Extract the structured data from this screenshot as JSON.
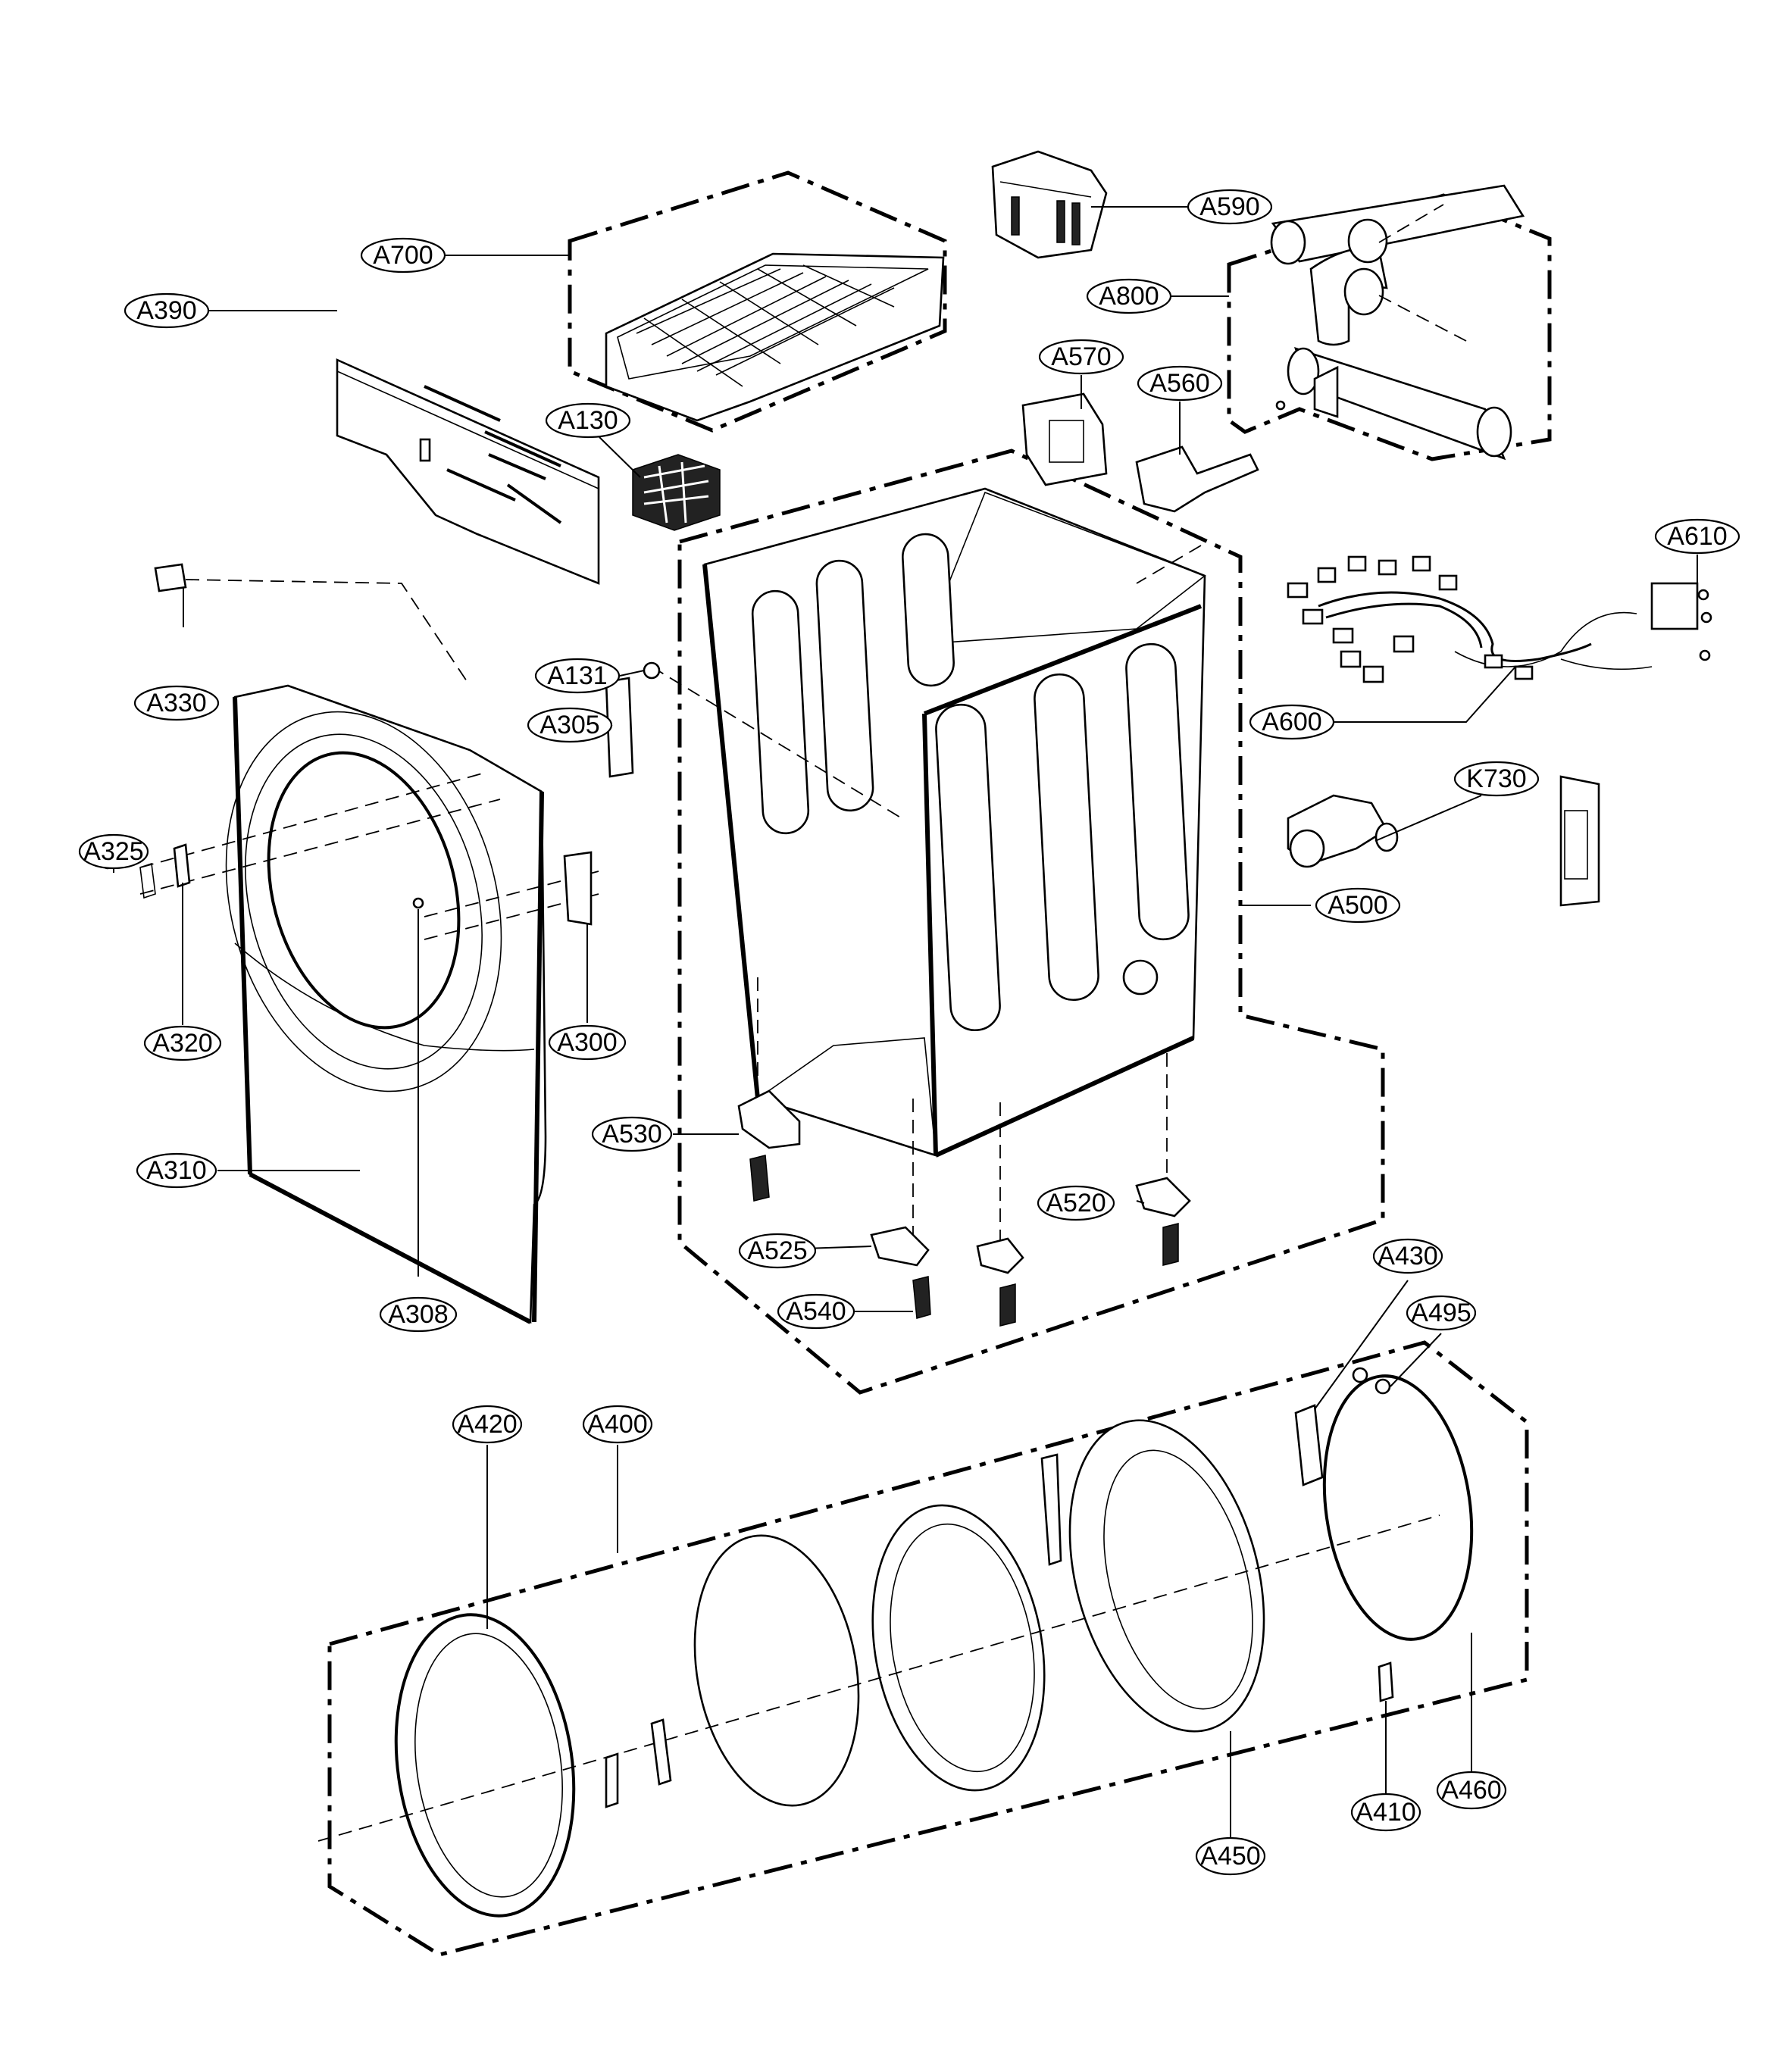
{
  "diagram": {
    "title": "Dryer cabinet and door exploded parts diagram",
    "labels": [
      {
        "id": "A700",
        "text": "A700"
      },
      {
        "id": "A590",
        "text": "A590"
      },
      {
        "id": "A800",
        "text": "A800"
      },
      {
        "id": "A390",
        "text": "A390"
      },
      {
        "id": "A570",
        "text": "A570"
      },
      {
        "id": "A560",
        "text": "A560"
      },
      {
        "id": "A130",
        "text": "A130"
      },
      {
        "id": "A610",
        "text": "A610"
      },
      {
        "id": "A330",
        "text": "A330"
      },
      {
        "id": "A131",
        "text": "A131"
      },
      {
        "id": "A305",
        "text": "A305"
      },
      {
        "id": "A600",
        "text": "A600"
      },
      {
        "id": "K730",
        "text": "K730"
      },
      {
        "id": "A325",
        "text": "A325"
      },
      {
        "id": "A500",
        "text": "A500"
      },
      {
        "id": "A320",
        "text": "A320"
      },
      {
        "id": "A300",
        "text": "A300"
      },
      {
        "id": "A530",
        "text": "A530"
      },
      {
        "id": "A310",
        "text": "A310"
      },
      {
        "id": "A520",
        "text": "A520"
      },
      {
        "id": "A525",
        "text": "A525"
      },
      {
        "id": "A430",
        "text": "A430"
      },
      {
        "id": "A308",
        "text": "A308"
      },
      {
        "id": "A540",
        "text": "A540"
      },
      {
        "id": "A495",
        "text": "A495"
      },
      {
        "id": "A420",
        "text": "A420"
      },
      {
        "id": "A400",
        "text": "A400"
      },
      {
        "id": "A410",
        "text": "A410"
      },
      {
        "id": "A460",
        "text": "A460"
      },
      {
        "id": "A450",
        "text": "A450"
      }
    ]
  }
}
